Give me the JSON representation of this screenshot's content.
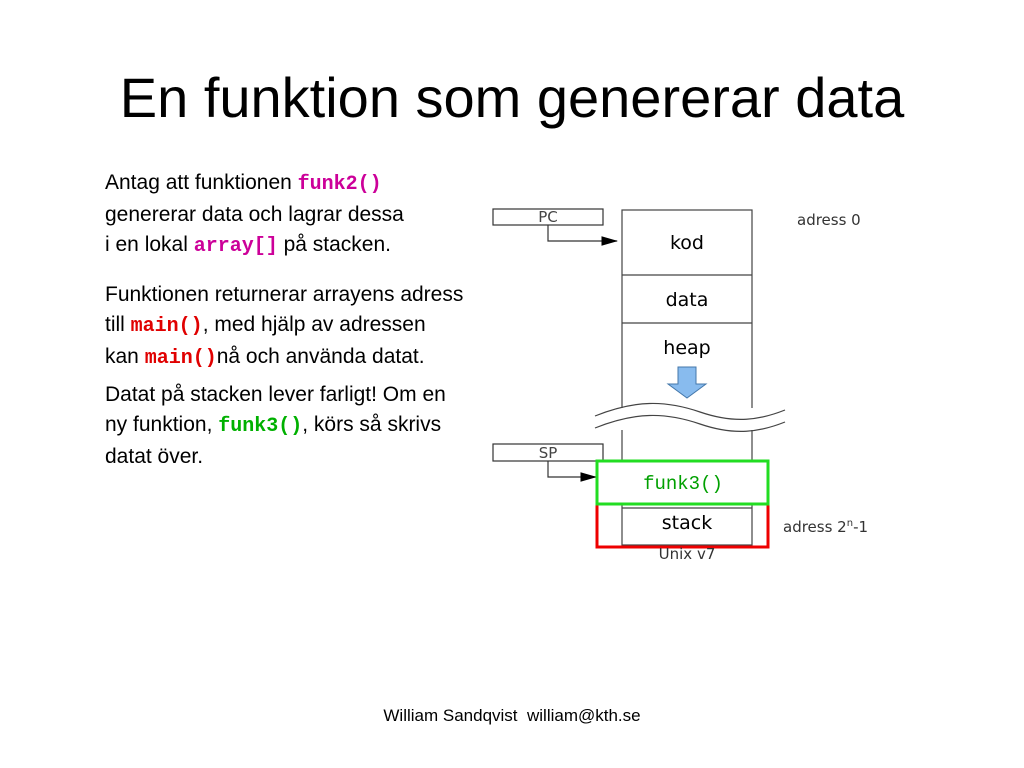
{
  "title": "En funktion som genererar data",
  "paragraphs": {
    "p1": {
      "t1": "Antag att funktionen ",
      "c1": "funk2()",
      "t2": "genererar data och lagrar dessa",
      "t3": "i en lokal ",
      "c2": "array[]",
      "t4": " på stacken."
    },
    "p2": {
      "t1": "Funktionen returnerar arrayens adress",
      "t2": "till ",
      "c1": "main()",
      "t3": ", med hjälp av adressen",
      "t4": "kan ",
      "c2": "main()",
      "t5": "nå och använda datat."
    },
    "p3": {
      "t1": "Datat på stacken lever farligt! Om en",
      "t2": "ny funktion, ",
      "c1": "funk3()",
      "t3": ", körs så skrivs",
      "t4": "datat över."
    }
  },
  "diagram": {
    "pc_label": "PC",
    "sp_label": "SP",
    "segments": [
      "kod",
      "data",
      "heap"
    ],
    "funk3_label": "funk3()",
    "stack_label": "stack",
    "caption": "Unix v7",
    "address_top": "adress 0",
    "address_bottom_base": "adress 2",
    "address_bottom_sup": "n",
    "address_bottom_suffix": "-1",
    "colors": {
      "code_magenta": "#cc0099",
      "code_red": "#e00000",
      "code_green": "#00b000",
      "funk3_border": "#22dd22",
      "stack_border": "#ee0000",
      "heap_arrow": "#88bbee"
    }
  },
  "footer": {
    "author": "William Sandqvist",
    "email": "william@kth.se"
  }
}
